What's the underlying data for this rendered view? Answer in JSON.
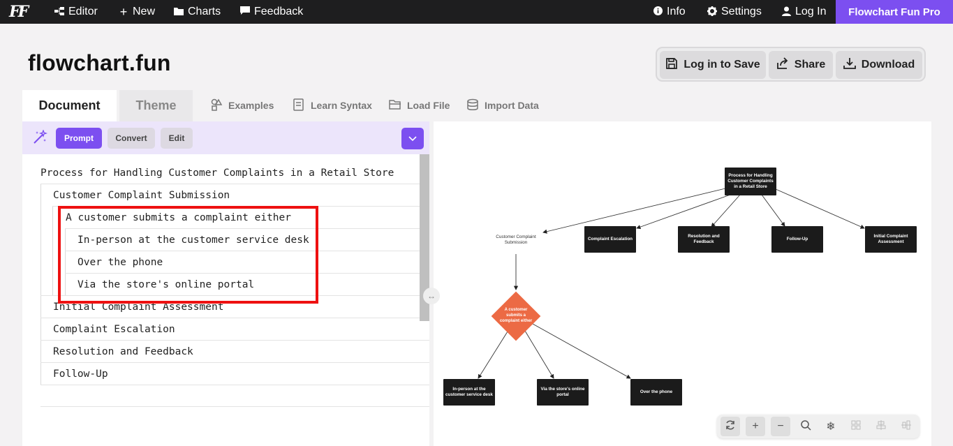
{
  "nav": {
    "logo": "FF",
    "items": [
      {
        "label": "Editor",
        "icon": "editor-icon"
      },
      {
        "label": "New",
        "icon": "plus-icon"
      },
      {
        "label": "Charts",
        "icon": "folder-icon"
      },
      {
        "label": "Feedback",
        "icon": "chat-icon"
      }
    ],
    "right": [
      {
        "label": "Info",
        "icon": "info-icon"
      },
      {
        "label": "Settings",
        "icon": "gear-icon"
      },
      {
        "label": "Log In",
        "icon": "user-icon"
      }
    ],
    "pro_label": "Flowchart Fun Pro"
  },
  "page_title": "flowchart.fun",
  "actions": {
    "save": "Log in to Save",
    "share": "Share",
    "download": "Download"
  },
  "tabs": {
    "document": "Document",
    "theme": "Theme"
  },
  "tools": {
    "examples": "Examples",
    "learn_syntax": "Learn Syntax",
    "load_file": "Load File",
    "import_data": "Import Data"
  },
  "prompt_bar": {
    "prompt": "Prompt",
    "convert": "Convert",
    "edit": "Edit"
  },
  "document_lines": [
    "Process for Handling Customer Complaints in a Retail Store",
    "Customer Complaint Submission",
    "A customer submits a complaint either",
    "In-person at the customer service desk",
    "Over the phone",
    "Via the store's online portal",
    "Initial Complaint Assessment",
    "Complaint Escalation",
    "Resolution and Feedback",
    "Follow-Up"
  ],
  "flowchart": {
    "root": "Process for Handling Customer Complaints in a Retail Store",
    "level1": [
      "Customer Complaint Submission",
      "Complaint Escalation",
      "Resolution and Feedback",
      "Follow-Up",
      "Initial Complaint Assessment"
    ],
    "decision": "A customer submits a complaint either",
    "level3": [
      "In-person at the customer service desk",
      "Via the store's online portal",
      "Over the phone"
    ]
  },
  "colors": {
    "accent": "#7c4ff0",
    "decision": "#ec6a44",
    "highlight": "#e11111"
  }
}
